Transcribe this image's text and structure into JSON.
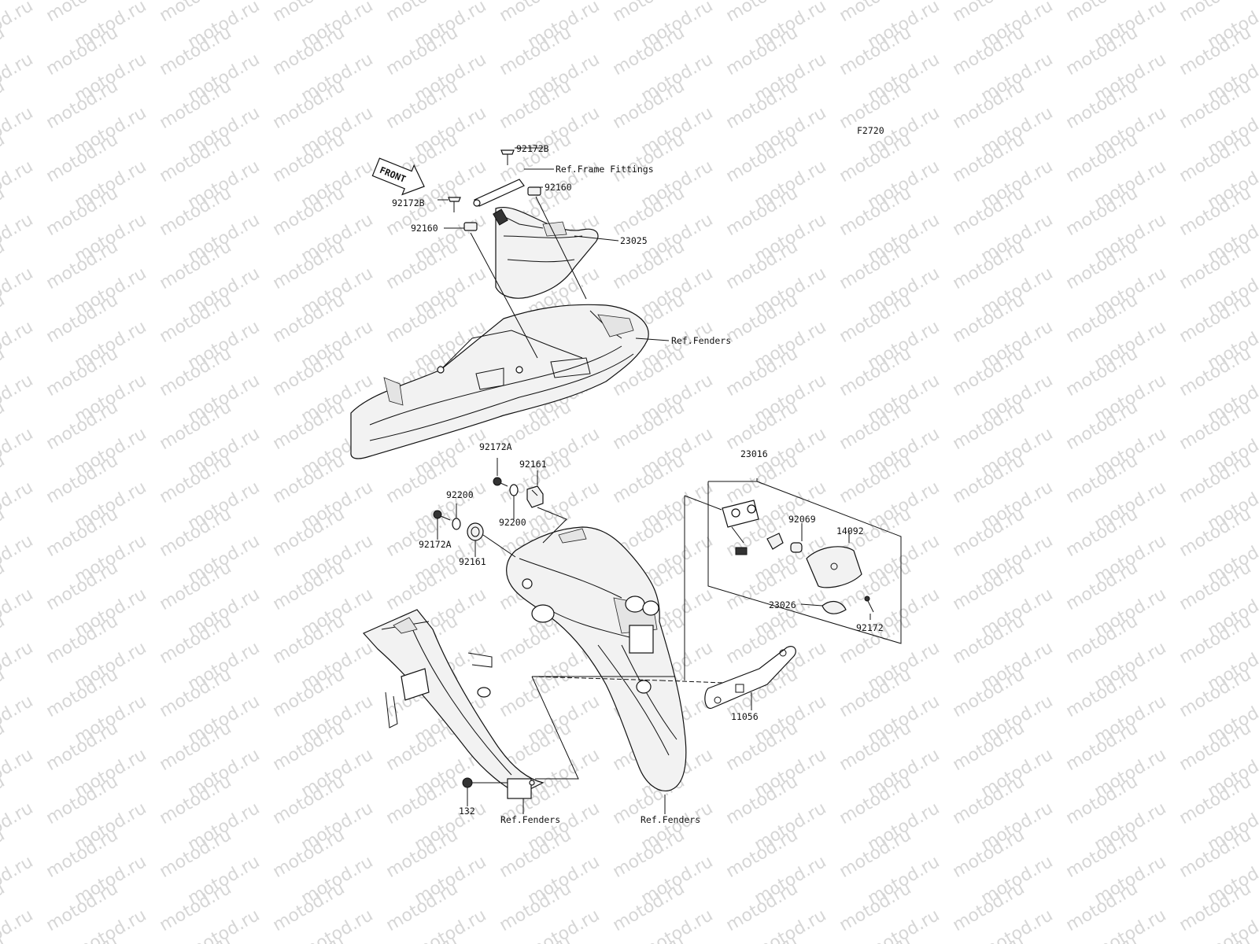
{
  "watermark": "motod.ru",
  "figure_code": "F2720",
  "front_arrow": "FRONT",
  "labels": {
    "p92172B_top": "92172B",
    "ref_frame_fittings": "Ref.Frame Fittings",
    "p92160_top": "92160",
    "p92172B_left": "92172B",
    "p92160_left": "92160",
    "p23025": "23025",
    "ref_fenders_top": "Ref.Fenders",
    "p92172A_top": "92172A",
    "p92161_top": "92161",
    "p92200_left": "92200",
    "p92200_mid": "92200",
    "p92172A_left": "92172A",
    "p92161_left": "92161",
    "p23016": "23016",
    "p92069": "92069",
    "p14092": "14092",
    "p23026": "23026",
    "p92172": "92172",
    "p11056": "11056",
    "p132": "132",
    "ref_fenders_bottom_left": "Ref.Fenders",
    "ref_fenders_bottom_right": "Ref.Fenders"
  }
}
